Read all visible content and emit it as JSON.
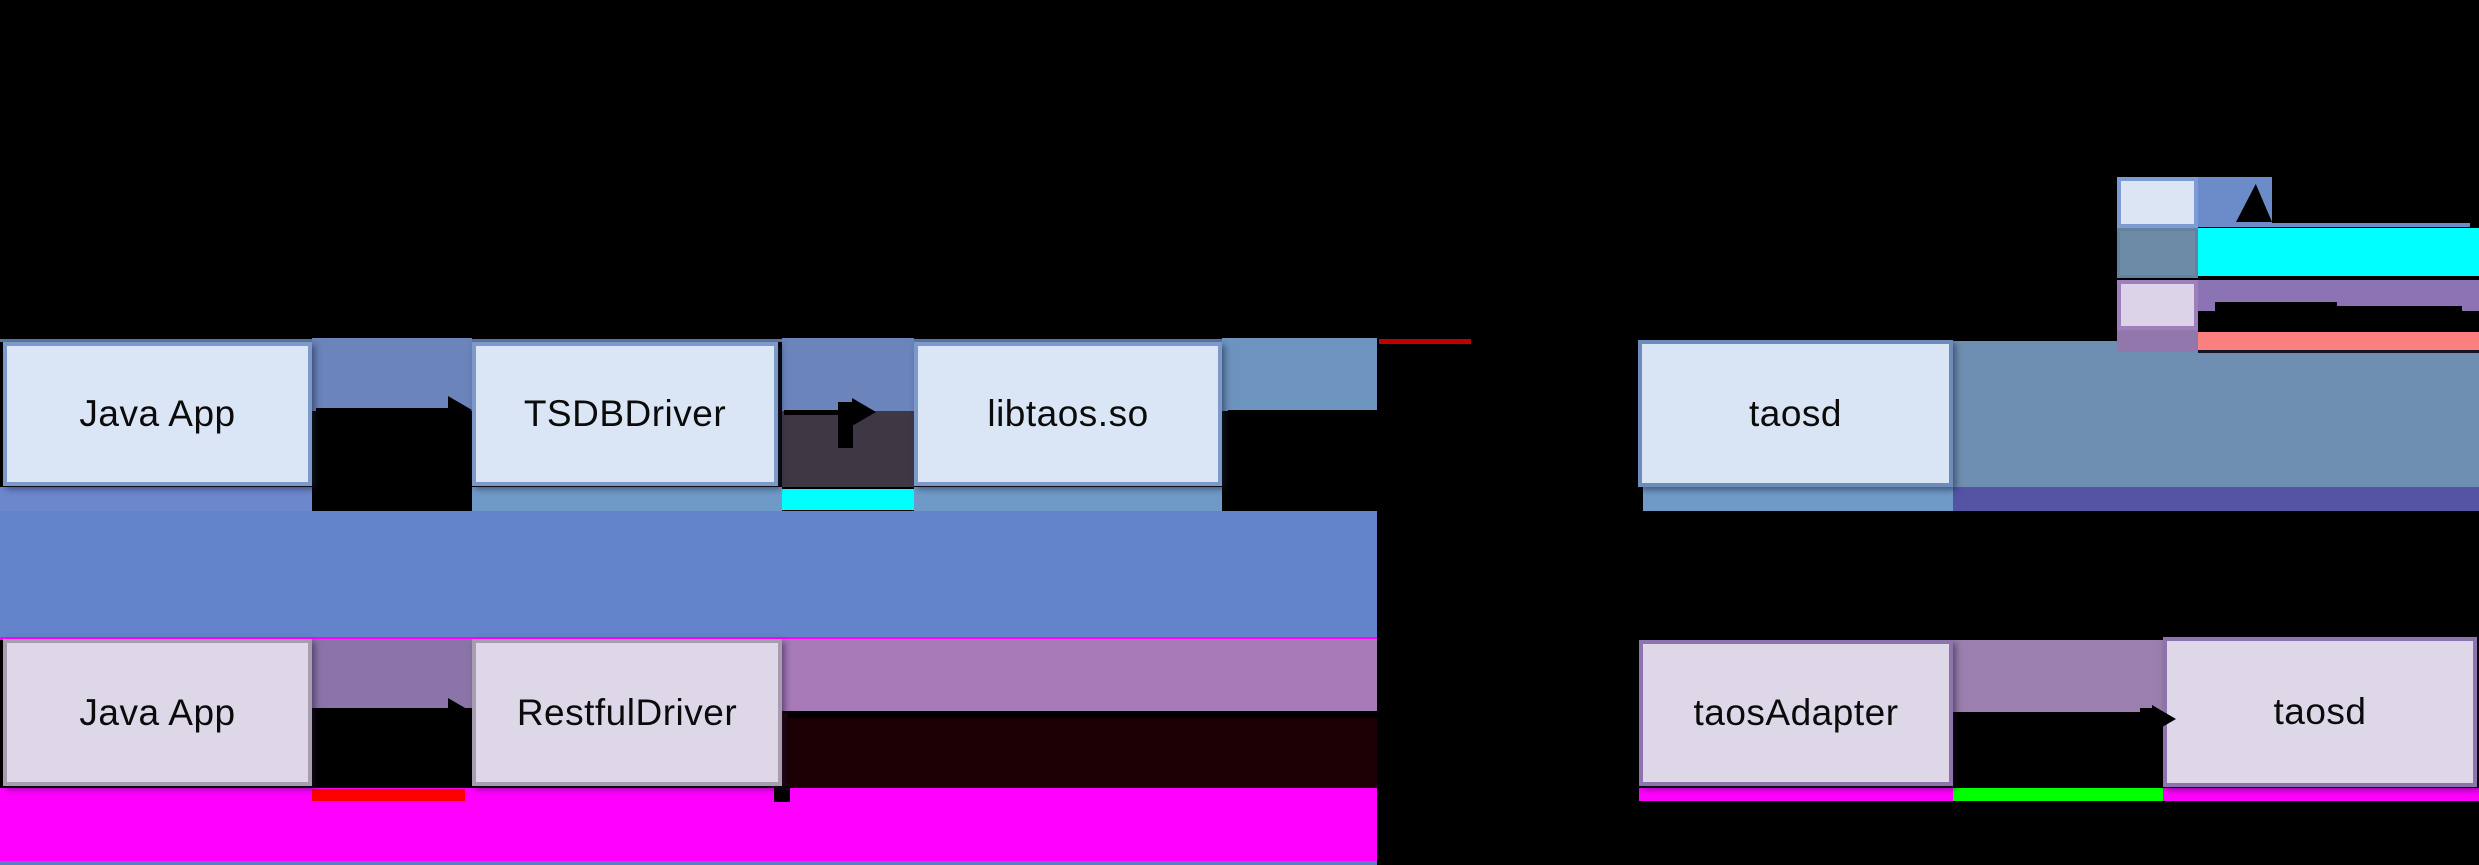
{
  "boxes": {
    "jni_app": "Java App",
    "tsdb_driver": "TSDBDriver",
    "libtaos": "libtaos.so",
    "taosd_jni": "taosd",
    "rest_app": "Java App",
    "restful_driver": "RestfulDriver",
    "taos_adapter": "taosAdapter",
    "taosd_rest": "taosd"
  },
  "legend": {
    "items": [
      {
        "swatch_color": "#dbe5f3",
        "bar_color": "#6b8bc9",
        "label": ""
      },
      {
        "swatch_color": "#6d8ba6",
        "bar_color": "#00ffff",
        "label": ""
      },
      {
        "swatch_color": "#ddd3e9",
        "bar_color": "#8b73b4",
        "label": ""
      },
      {
        "swatch_color": "#9277ad",
        "bar_color": "#fa7f7f",
        "label": ""
      }
    ]
  },
  "palette": {
    "background": "#000000",
    "top_box_fill": "#dae6f5",
    "top_box_border": "#7d99c8",
    "taosd_box_border": "#6d8cba",
    "bottom_box_fill": "#ded7e8",
    "bottom_box_border_gray": "#a79dae",
    "bottom_box_border_purple": "#8e74ae",
    "gap_patch_blue": "#6b84bc",
    "steel_patch": "#6d94bf",
    "steel_region": "#6e8fb2",
    "under_strip_steel": "#6f9ac8",
    "under_strip_cornflower": "#6d87cd",
    "under_strip_indigo": "#5453a4",
    "middle_band": "#6383cb",
    "gap_dark_gray": "#3e3845",
    "purple_gap_left": "#8b74a8",
    "mauve_band": "#a77ab8",
    "purple_gap_right": "#9b7fae",
    "dark_maroon_band": "#1c0005",
    "magenta_band": "#ff00ff",
    "red_strip": "#fe0000",
    "dark_red_line": "#c00000",
    "green_strip": "#00ff00",
    "cyan_strip": "#00ffff",
    "bottom_blue_line": "#5b7ec5",
    "arrow_color": "#000000"
  }
}
